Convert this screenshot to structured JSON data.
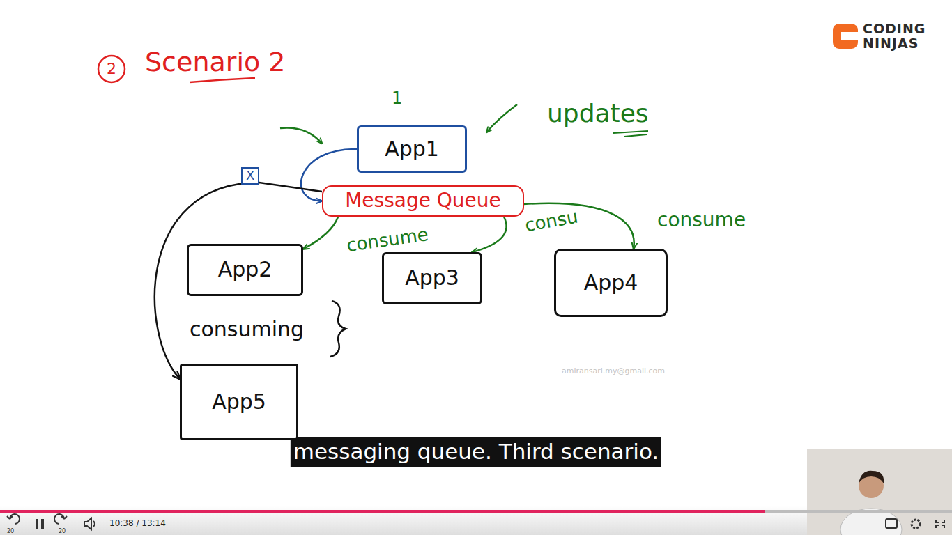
{
  "diagram": {
    "title": "Scenario 2",
    "nodes": [
      {
        "text": [
          "App1"
        ]
      },
      {
        "text": [
          "Message Queue"
        ]
      },
      {
        "text": [
          "App2"
        ]
      },
      {
        "text": [
          "App3"
        ]
      },
      {
        "text": [
          "App4"
        ]
      },
      {
        "text": [
          "App5"
        ]
      }
    ],
    "edges": [
      {
        "from": 0,
        "to": 1,
        "arrow": "to"
      },
      {
        "from": 1,
        "to": 2,
        "label": "consume",
        "arrow": "to"
      },
      {
        "from": 1,
        "to": 3,
        "label": "consu",
        "arrow": "to"
      },
      {
        "from": 1,
        "to": 4,
        "label": "consume",
        "arrow": "to"
      },
      {
        "from": 1,
        "to": 5,
        "arrow": "to"
      }
    ],
    "labels": [
      "2",
      "1",
      "updates",
      "X",
      "consuming",
      "amiransari.my@gmail.com",
      "messaging queue. Third scenario.",
      "10:38 / 13:14",
      "CODING",
      "NINJAS",
      "20",
      "20"
    ]
  }
}
